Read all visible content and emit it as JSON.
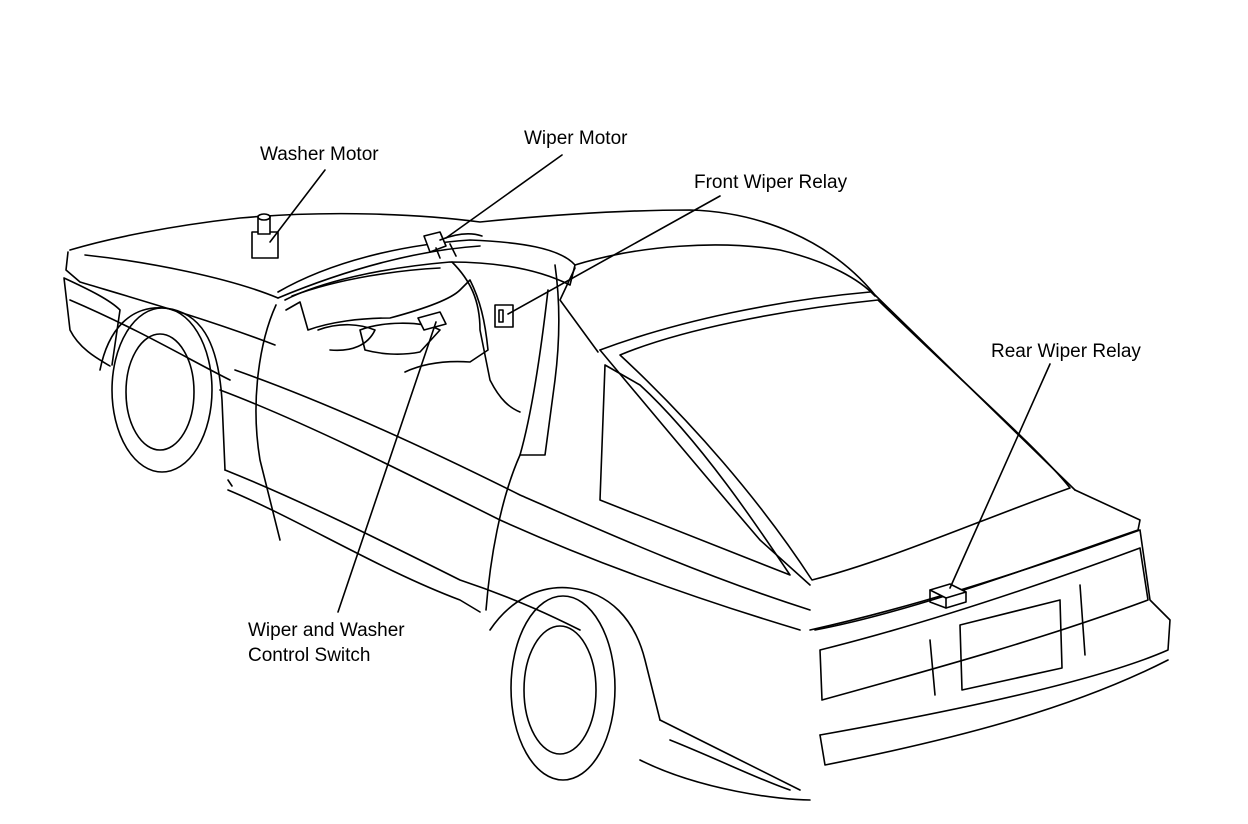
{
  "diagram": {
    "labels": {
      "washer_motor": "Washer Motor",
      "wiper_motor": "Wiper Motor",
      "front_wiper_relay": "Front Wiper Relay",
      "rear_wiper_relay": "Rear Wiper Relay",
      "wiper_washer_switch_line1": "Wiper and Washer",
      "wiper_washer_switch_line2": "Control Switch"
    },
    "colors": {
      "line": "#000000",
      "background": "#ffffff"
    }
  }
}
